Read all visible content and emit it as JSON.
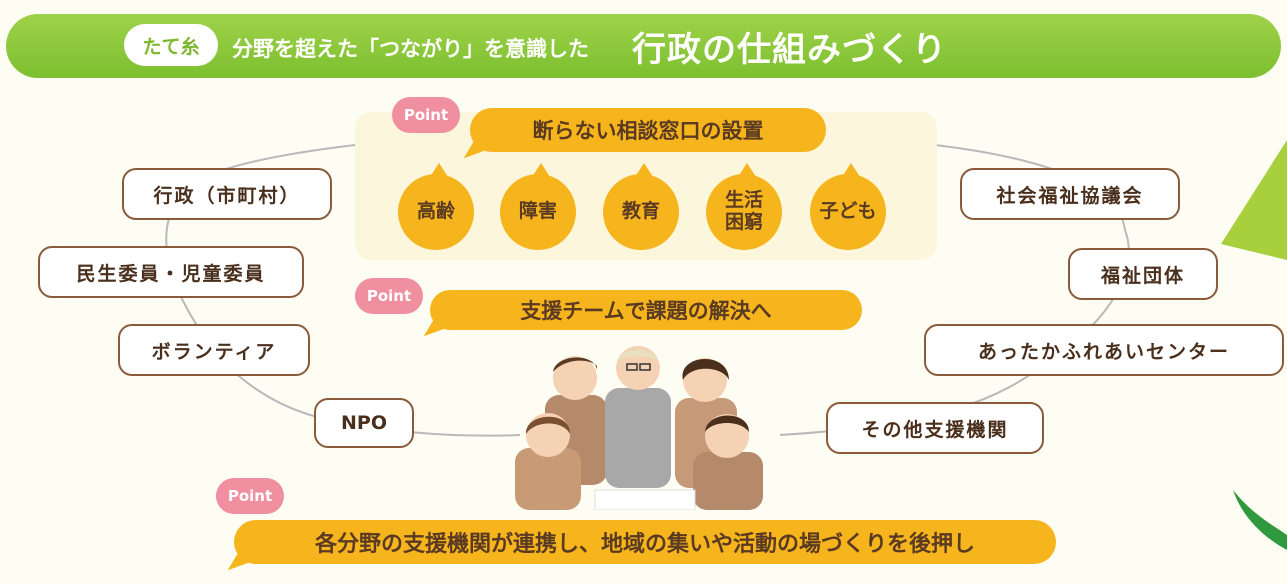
{
  "banner": {
    "tag": "たて糸",
    "subtitle": "分野を超えた「つながり」を意識した",
    "title": "行政の仕組みづくり"
  },
  "points": [
    {
      "badge": "Point",
      "label": "断らない相談窓口の設置"
    },
    {
      "badge": "Point",
      "label": "支援チームで課題の解決へ"
    },
    {
      "badge": "Point",
      "label": "各分野の支援機関が連携し、地域の集いや活動の場づくりを後押し"
    }
  ],
  "categories": [
    "高齢",
    "障害",
    "教育",
    "生活\n困窮",
    "子ども"
  ],
  "left_nodes": [
    "行政（市町村）",
    "民生委員・児童委員",
    "ボランティア",
    "NPO"
  ],
  "right_nodes": [
    "社会福祉協議会",
    "福祉団体",
    "あったかふれあいセンター",
    "その他支援機関"
  ],
  "colors": {
    "banner": "#7cbf2f",
    "accent": "#f6b51c",
    "point": "#f08fa0",
    "border": "#8a5a3a"
  }
}
